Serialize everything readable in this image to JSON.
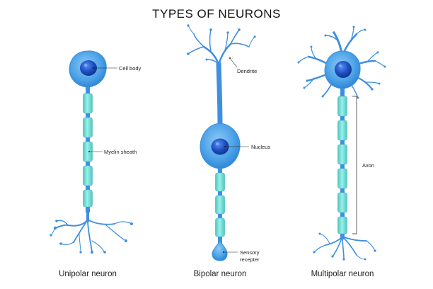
{
  "title": "TYPES OF NEURONS",
  "neurons": [
    {
      "name": "Unipolar neuron"
    },
    {
      "name": "Bipolar neuron"
    },
    {
      "name": "Multipolar neuron"
    }
  ],
  "labels": {
    "cell_body": "Cell body",
    "myelin_sheath": "Myelin sheath",
    "dendrite": "Dendrite",
    "nucleus": "Nucleus",
    "sensory_line1": "Sensory",
    "sensory_line2": "recepter",
    "axon": "Axon"
  },
  "colors": {
    "membrane": "#4aa0e6",
    "axon": "#3f8fe0",
    "myelin": "#6fdcd5",
    "nucleus": "#1d4fc2"
  }
}
